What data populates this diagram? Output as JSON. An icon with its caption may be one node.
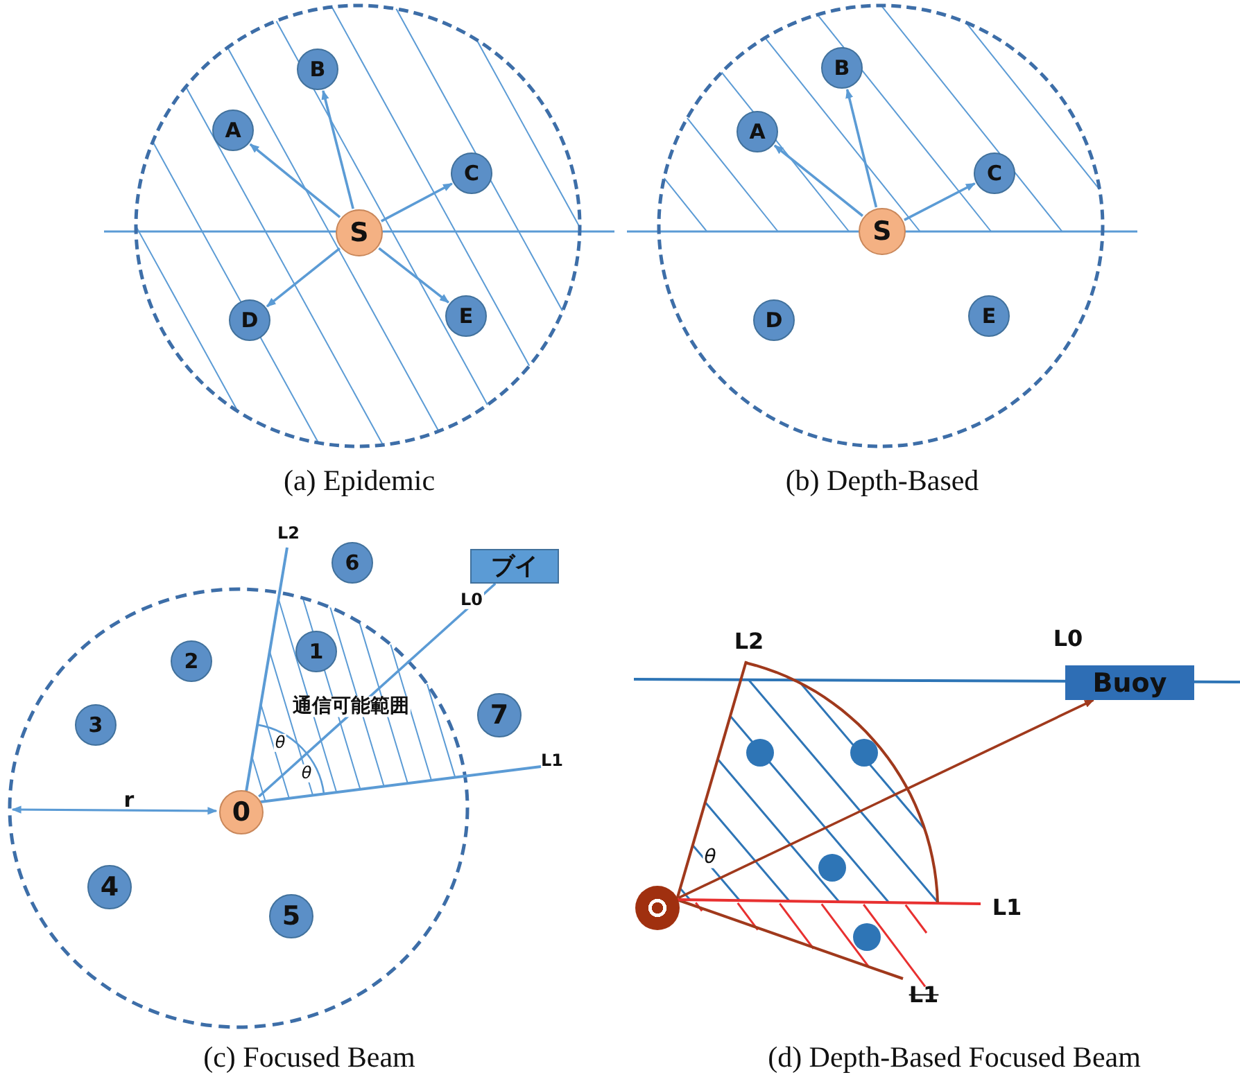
{
  "diagram": {
    "nodes": [
      {
        "text": [
          "S"
        ]
      },
      {
        "text": [
          "A"
        ]
      },
      {
        "text": [
          "B"
        ]
      },
      {
        "text": [
          "C"
        ]
      },
      {
        "text": [
          "D"
        ]
      },
      {
        "text": [
          "E"
        ]
      },
      {
        "text": [
          "S"
        ]
      },
      {
        "text": [
          "A"
        ]
      },
      {
        "text": [
          "B"
        ]
      },
      {
        "text": [
          "C"
        ]
      },
      {
        "text": [
          "D"
        ]
      },
      {
        "text": [
          "E"
        ]
      },
      {
        "text": [
          "0"
        ]
      },
      {
        "text": [
          "1"
        ]
      },
      {
        "text": [
          "2"
        ]
      },
      {
        "text": [
          "3"
        ]
      },
      {
        "text": [
          "4"
        ]
      },
      {
        "text": [
          "5"
        ]
      },
      {
        "text": [
          "6"
        ]
      },
      {
        "text": [
          "7"
        ]
      },
      {
        "text": [
          "ブイ"
        ]
      },
      {
        "text": [],
        "shape": "circle"
      },
      {
        "text": [
          "Buoy"
        ]
      },
      {
        "text": [],
        "shape": "circle"
      },
      {
        "text": [],
        "shape": "circle"
      },
      {
        "text": [],
        "shape": "circle"
      },
      {
        "text": [],
        "shape": "circle"
      }
    ],
    "edges": [
      {
        "from": 0,
        "to": 1,
        "arrow": "to"
      },
      {
        "from": 0,
        "to": 2,
        "arrow": "to"
      },
      {
        "from": 0,
        "to": 3,
        "arrow": "to"
      },
      {
        "from": 0,
        "to": 4,
        "arrow": "to"
      },
      {
        "from": 0,
        "to": 5,
        "arrow": "to"
      },
      {
        "from": 6,
        "to": 7,
        "arrow": "to"
      },
      {
        "from": 6,
        "to": 8,
        "arrow": "to"
      },
      {
        "from": 6,
        "to": 9,
        "arrow": "to"
      },
      {
        "from": 12,
        "to": 20,
        "arrow": "none"
      },
      {
        "from": 21,
        "to": 22,
        "arrow": "to",
        "color": "#a0391c"
      }
    ],
    "labels": [
      "(a) Epidemic",
      "(b) Depth-Based",
      "L2",
      "L0",
      "通信可能範囲",
      "θ",
      "θ",
      "L1",
      "r",
      "(c) Focused Beam",
      "L2",
      "L0",
      "L1",
      "θ",
      "L1",
      "(d) Depth-Based Focused Beam"
    ]
  }
}
